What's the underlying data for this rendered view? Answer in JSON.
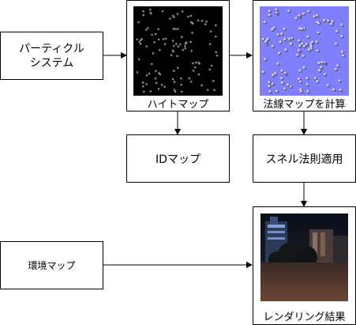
{
  "nodes": {
    "particle_system": {
      "line1": "パーティクル",
      "line2": "システム"
    },
    "height_map": {
      "label": "ハイトマップ"
    },
    "normal_map": {
      "label": "法線マップを計算"
    },
    "id_map": {
      "label": "IDマップ"
    },
    "snell": {
      "label": "スネル法則適用"
    },
    "env_map": {
      "label": "環境マップ"
    },
    "render": {
      "label": "レンダリング結果"
    }
  },
  "colors": {
    "height_bg": "#000000",
    "normal_bg": "#8080ff",
    "render_top": "#0c1220",
    "render_ground": "#5a3a30"
  }
}
